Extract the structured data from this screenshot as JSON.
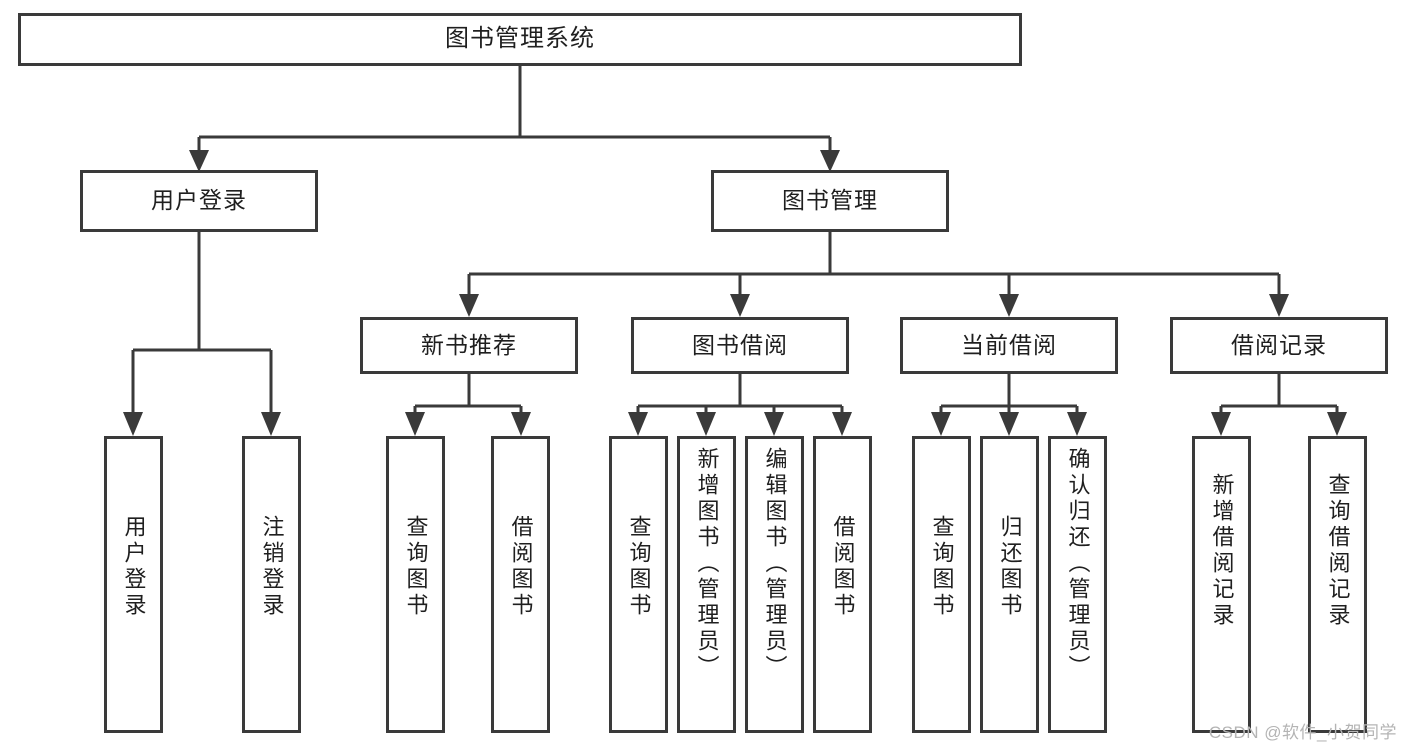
{
  "diagram": {
    "title": "图书管理系统",
    "watermark": "CSDN @软件_小贺同学",
    "colors": {
      "stroke": "#3a3a3a",
      "fill": "#ffffff",
      "text": "#1f1f1f",
      "watermark": "#b4b4b4"
    },
    "root": {
      "label": "图书管理系统"
    },
    "level2": [
      {
        "label": "用户登录"
      },
      {
        "label": "图书管理"
      }
    ],
    "level3": [
      {
        "label": "新书推荐"
      },
      {
        "label": "图书借阅"
      },
      {
        "label": "当前借阅"
      },
      {
        "label": "借阅记录"
      }
    ],
    "leaves": {
      "user_login": [
        {
          "label": "用户登录"
        },
        {
          "label": "注销登录"
        }
      ],
      "new_book_recommend": [
        {
          "label": "查询图书"
        },
        {
          "label": "借阅图书"
        }
      ],
      "book_borrow": [
        {
          "label": "查询图书"
        },
        {
          "label": "新增图书（管理员）"
        },
        {
          "label": "编辑图书（管理员）"
        },
        {
          "label": "借阅图书"
        }
      ],
      "current_borrow": [
        {
          "label": "查询图书"
        },
        {
          "label": "归还图书"
        },
        {
          "label": "确认归还（管理员）"
        }
      ],
      "borrow_record": [
        {
          "label": "新增借阅记录"
        },
        {
          "label": "查询借阅记录"
        }
      ]
    }
  }
}
